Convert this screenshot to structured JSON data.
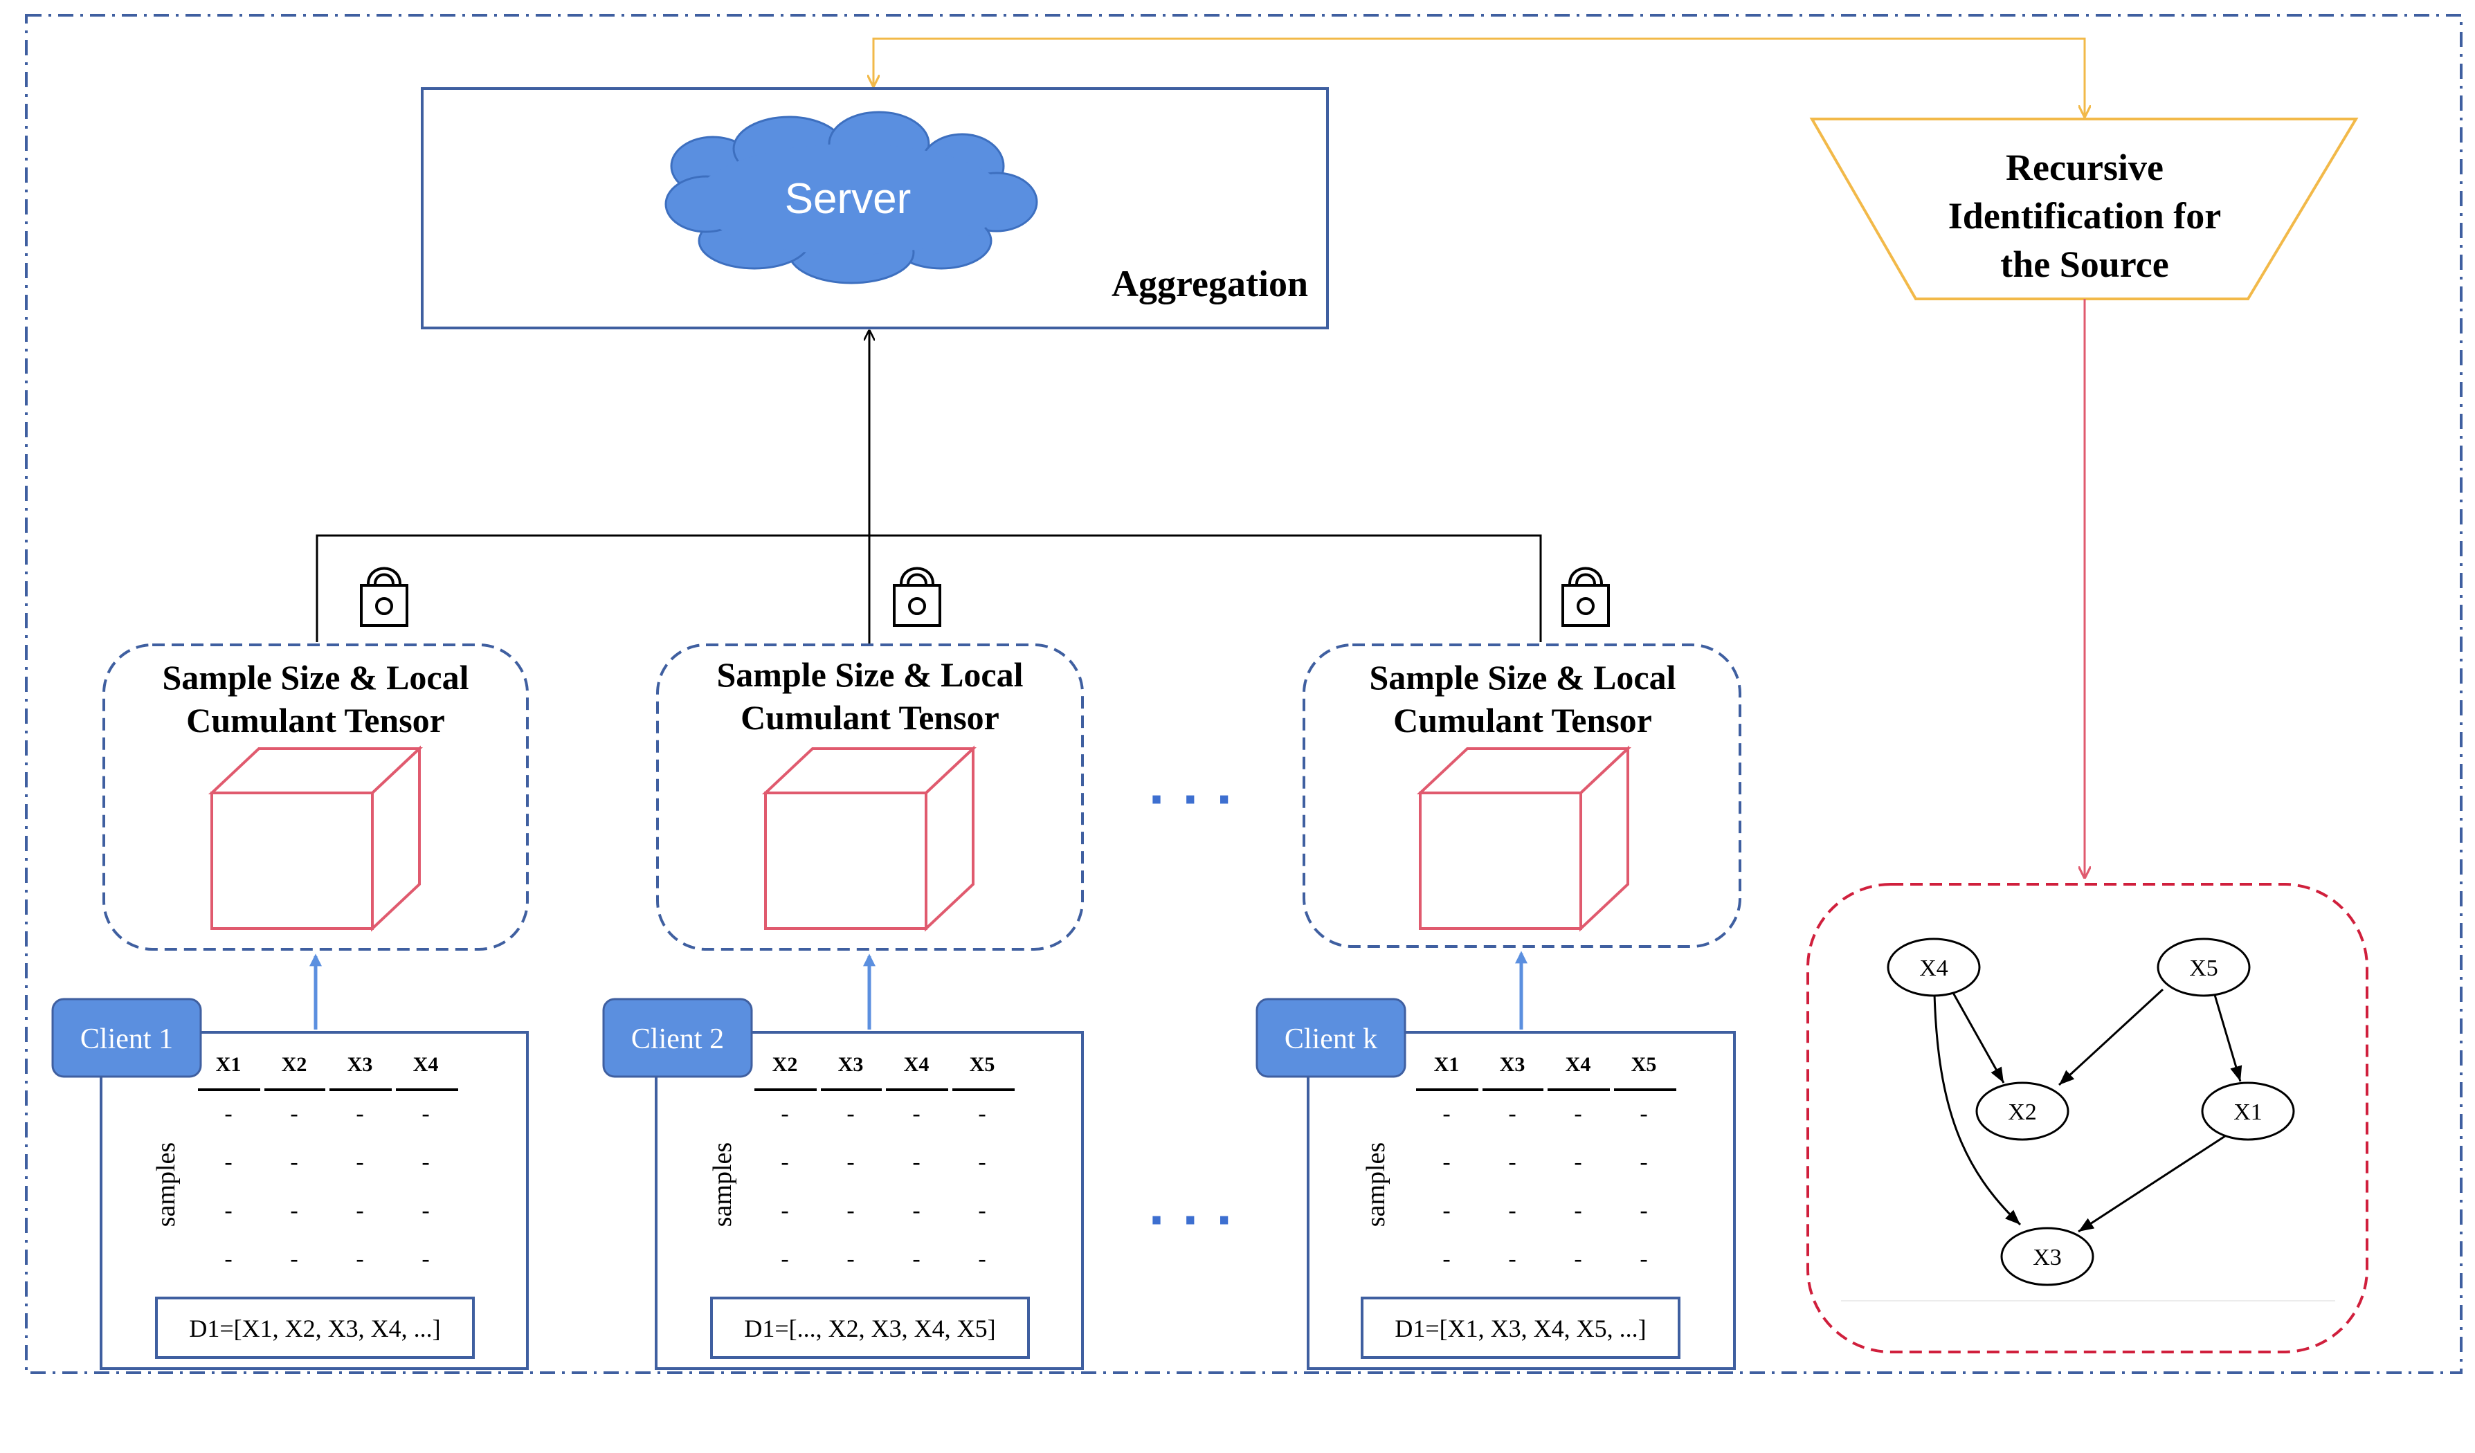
{
  "server": {
    "label": "Server",
    "aggregation_label": "Aggregation"
  },
  "identification": {
    "line1": "Recursive",
    "line2": "Identification for",
    "line3": "the Source"
  },
  "ellipsis": {
    "top": "· · ·",
    "bottom": "· · ·"
  },
  "clients": [
    {
      "name": "Client 1",
      "tensor_line1": "Sample Size & Local",
      "tensor_line2": "Cumulant Tensor",
      "columns": [
        "X1",
        "X2",
        "X3",
        "X4"
      ],
      "rows": [
        [
          "-",
          "-",
          "-",
          "-"
        ],
        [
          "-",
          "-",
          "-",
          "-"
        ],
        [
          "-",
          "-",
          "-",
          "-"
        ],
        [
          "-",
          "-",
          "-",
          "-"
        ]
      ],
      "row_axis_label": "samples",
      "dataset": "D1=[X1, X2, X3, X4, ...]"
    },
    {
      "name": "Client 2",
      "tensor_line1": "Sample Size & Local",
      "tensor_line2": "Cumulant Tensor",
      "columns": [
        "X2",
        "X3",
        "X4",
        "X5"
      ],
      "rows": [
        [
          "-",
          "-",
          "-",
          "-"
        ],
        [
          "-",
          "-",
          "-",
          "-"
        ],
        [
          "-",
          "-",
          "-",
          "-"
        ],
        [
          "-",
          "-",
          "-",
          "-"
        ]
      ],
      "row_axis_label": "samples",
      "dataset": "D1=[..., X2, X3, X4, X5]"
    },
    {
      "name": "Client k",
      "tensor_line1": "Sample Size & Local",
      "tensor_line2": "Cumulant Tensor",
      "columns": [
        "X1",
        "X3",
        "X4",
        "X5"
      ],
      "rows": [
        [
          "-",
          "-",
          "-",
          "-"
        ],
        [
          "-",
          "-",
          "-",
          "-"
        ],
        [
          "-",
          "-",
          "-",
          "-"
        ],
        [
          "-",
          "-",
          "-",
          "-"
        ]
      ],
      "row_axis_label": "samples",
      "dataset": "D1=[X1, X3, X4, X5, ...]"
    }
  ],
  "causal_graph": {
    "nodes": [
      "X4",
      "X5",
      "X2",
      "X1",
      "X3"
    ],
    "edges": [
      [
        "X4",
        "X2"
      ],
      [
        "X5",
        "X2"
      ],
      [
        "X5",
        "X1"
      ],
      [
        "X4",
        "X3"
      ],
      [
        "X1",
        "X3"
      ]
    ]
  },
  "colors": {
    "client_blue": "#5b8fdf",
    "frame_blue": "#3f5fa0",
    "tensor_red": "#e05a6e",
    "orange": "#f2b949",
    "graph_red": "#d01f3c",
    "cloud_blue": "#5a8fe0"
  }
}
